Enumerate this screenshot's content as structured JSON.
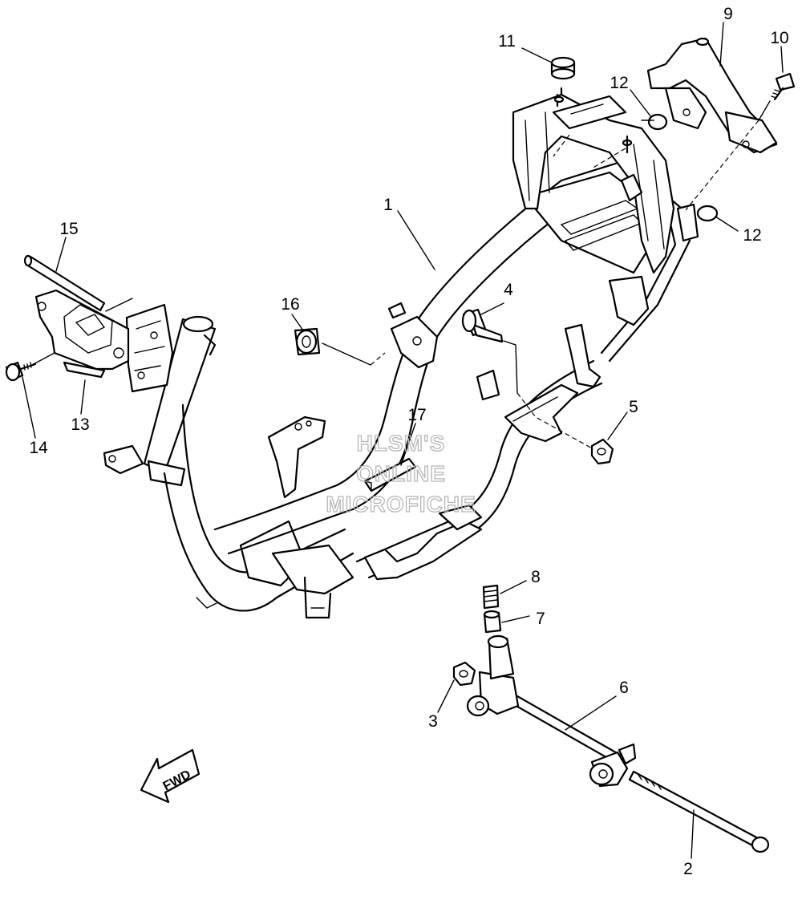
{
  "callouts": [
    {
      "id": "c1",
      "text": "1"
    },
    {
      "id": "c2",
      "text": "2"
    },
    {
      "id": "c3",
      "text": "3"
    },
    {
      "id": "c4",
      "text": "4"
    },
    {
      "id": "c5",
      "text": "5"
    },
    {
      "id": "c6",
      "text": "6"
    },
    {
      "id": "c7",
      "text": "7"
    },
    {
      "id": "c8",
      "text": "8"
    },
    {
      "id": "c9",
      "text": "9"
    },
    {
      "id": "c10",
      "text": "10"
    },
    {
      "id": "c11",
      "text": "11"
    },
    {
      "id": "c12a",
      "text": "12"
    },
    {
      "id": "c12b",
      "text": "12"
    },
    {
      "id": "c13",
      "text": "13"
    },
    {
      "id": "c14",
      "text": "14"
    },
    {
      "id": "c15",
      "text": "15"
    },
    {
      "id": "c16",
      "text": "16"
    },
    {
      "id": "c17",
      "text": "17"
    }
  ],
  "watermark": [
    "HLSM'S",
    "ONLINE",
    "MICROFICHE"
  ],
  "direction_arrow": {
    "label": "FWD"
  }
}
